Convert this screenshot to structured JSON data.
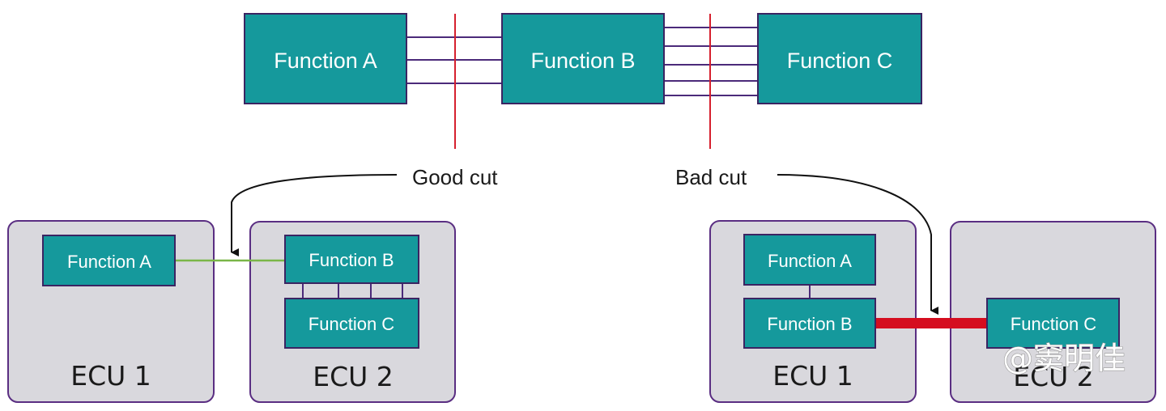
{
  "colors": {
    "function_fill": "#15999c",
    "function_border": "#3b2462",
    "ecu_fill": "#d9d8dd",
    "ecu_border": "#5a2e82",
    "link_purple": "#4b2a7a",
    "cut_red": "#d6202e",
    "good_link_green": "#7ab648",
    "bad_link_red": "#d50d1f",
    "arrow_black": "#111111"
  },
  "top_row": {
    "function_a": "Function A",
    "function_b": "Function B",
    "function_c": "Function C"
  },
  "labels": {
    "good_cut": "Good cut",
    "bad_cut": "Bad cut"
  },
  "good_partition": {
    "ecu1": {
      "label": "ECU 1",
      "function_a": "Function A"
    },
    "ecu2": {
      "label": "ECU 2",
      "function_b": "Function B",
      "function_c": "Function C"
    }
  },
  "bad_partition": {
    "ecu1": {
      "label": "ECU 1",
      "function_a": "Function A",
      "function_b": "Function B"
    },
    "ecu2": {
      "label": "ECU 2",
      "function_c": "Function C"
    }
  },
  "watermark": {
    "text": "@窦明佳"
  }
}
